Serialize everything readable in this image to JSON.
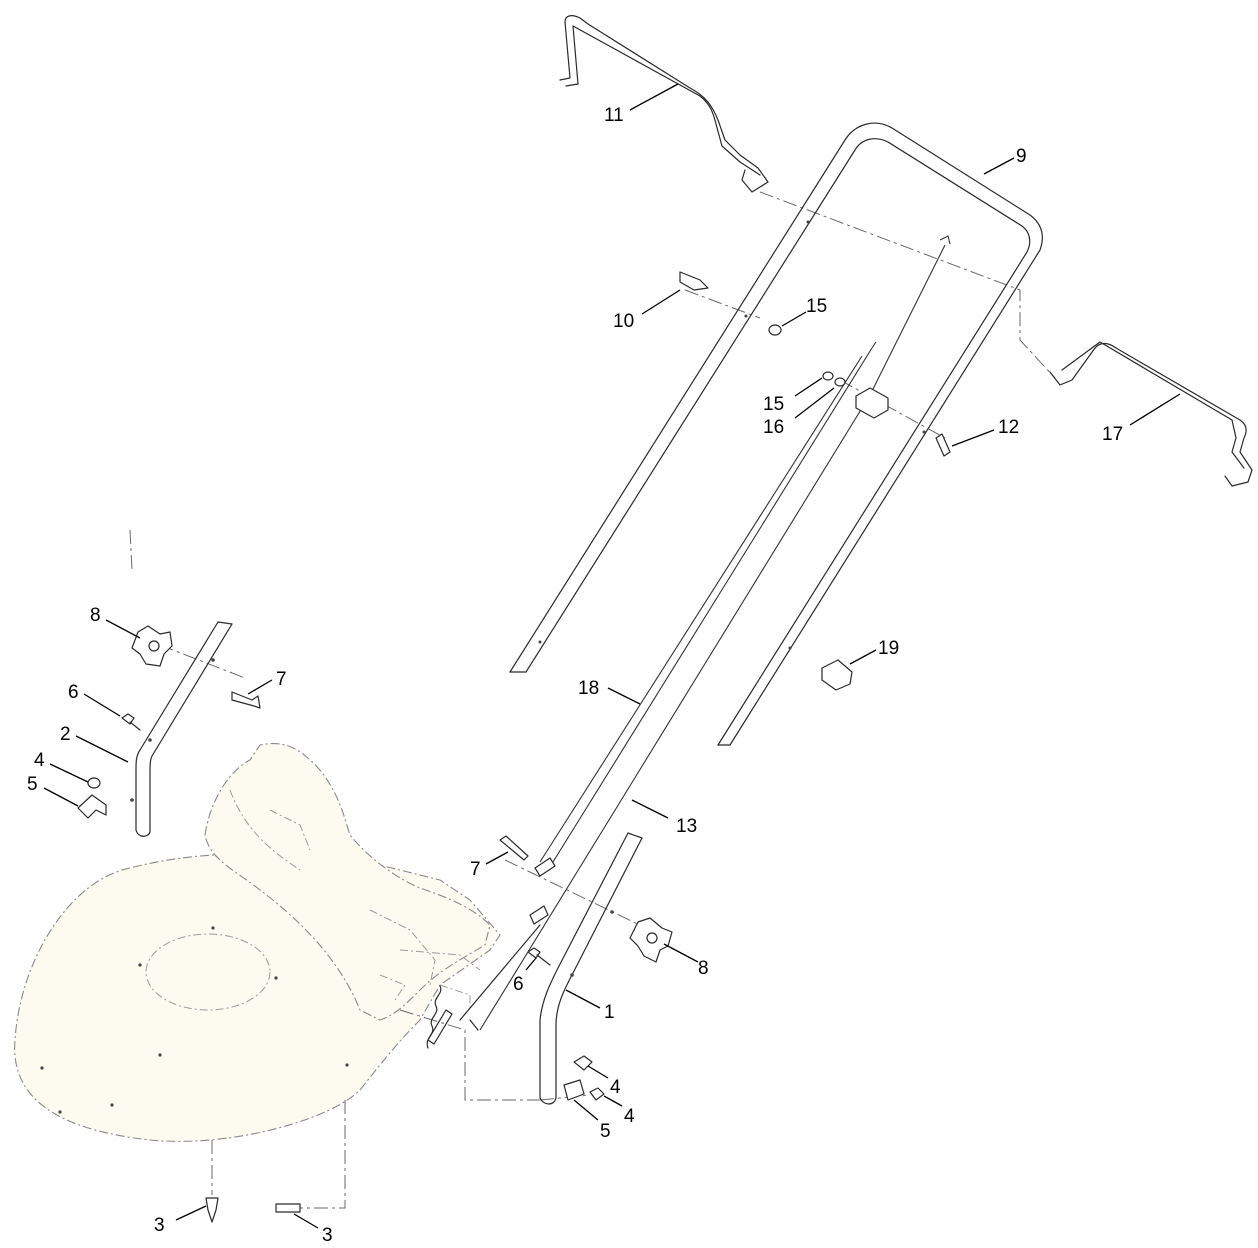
{
  "diagram": {
    "callouts": [
      {
        "id": "c11",
        "label": "11"
      },
      {
        "id": "c9",
        "label": "9"
      },
      {
        "id": "c10",
        "label": "10"
      },
      {
        "id": "c15a",
        "label": "15"
      },
      {
        "id": "c15b",
        "label": "15"
      },
      {
        "id": "c16",
        "label": "16"
      },
      {
        "id": "c12",
        "label": "12"
      },
      {
        "id": "c17",
        "label": "17"
      },
      {
        "id": "c19",
        "label": "19"
      },
      {
        "id": "c18",
        "label": "18"
      },
      {
        "id": "c13",
        "label": "13"
      },
      {
        "id": "c8a",
        "label": "8"
      },
      {
        "id": "c7a",
        "label": "7"
      },
      {
        "id": "c6a",
        "label": "6"
      },
      {
        "id": "c2",
        "label": "2"
      },
      {
        "id": "c4a",
        "label": "4"
      },
      {
        "id": "c5a",
        "label": "5"
      },
      {
        "id": "c7b",
        "label": "7"
      },
      {
        "id": "c8b",
        "label": "8"
      },
      {
        "id": "c6b",
        "label": "6"
      },
      {
        "id": "c1",
        "label": "1"
      },
      {
        "id": "c4b",
        "label": "4"
      },
      {
        "id": "c4c",
        "label": "4"
      },
      {
        "id": "c5b",
        "label": "5"
      },
      {
        "id": "c3a",
        "label": "3"
      },
      {
        "id": "c3b",
        "label": "3"
      }
    ]
  }
}
